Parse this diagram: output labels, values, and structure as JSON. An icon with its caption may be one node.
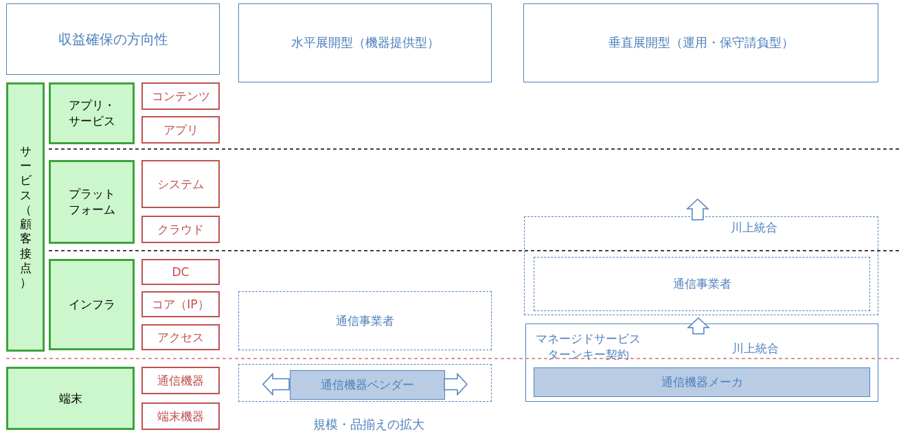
{
  "diagram": {
    "nodes": [
      {
        "text": [
          "収益確保の方向性"
        ]
      },
      {
        "text": [
          "水平展開型（機器提供型）"
        ]
      },
      {
        "text": [
          "垂直展開型（運用・保守請負型）"
        ]
      },
      {
        "text": [
          "サービス（顧客接点）"
        ]
      },
      {
        "text": [
          "アプリ・サービス"
        ]
      },
      {
        "text": [
          "コンテンツ"
        ]
      },
      {
        "text": [
          "アプリ"
        ]
      },
      {
        "text": [
          "プラットフォーム"
        ]
      },
      {
        "text": [
          "システム"
        ]
      },
      {
        "text": [
          "クラウド"
        ]
      },
      {
        "text": [
          "インフラ"
        ]
      },
      {
        "text": [
          "DC"
        ]
      },
      {
        "text": [
          "コア（IP）"
        ]
      },
      {
        "text": [
          "アクセス"
        ]
      },
      {
        "text": [
          "端末"
        ]
      },
      {
        "text": [
          "通信機器"
        ]
      },
      {
        "text": [
          "端末機器"
        ]
      },
      {
        "text": [
          "通信事業者"
        ]
      },
      {
        "text": [],
        "shape": "box"
      },
      {
        "text": [
          "通信機器ベンダー"
        ],
        "in": 18
      },
      {
        "text": [
          "川上統合"
        ]
      },
      {
        "text": [
          "通信事業者"
        ],
        "in": 20
      },
      {
        "text": [
          "マネージドサービスターンキー契約",
          "川上統合"
        ]
      },
      {
        "text": [
          "通信機器メーカ"
        ],
        "in": 22
      }
    ],
    "edges": [
      {
        "from": 19,
        "to": null,
        "arrow": "to"
      },
      {
        "from": 19,
        "to": null,
        "arrow": "to"
      },
      {
        "from": 22,
        "to": 20,
        "arrow": "to"
      },
      {
        "from": 20,
        "to": null,
        "arrow": "to"
      }
    ],
    "labels": [
      "規模・品揃えの拡大"
    ]
  }
}
